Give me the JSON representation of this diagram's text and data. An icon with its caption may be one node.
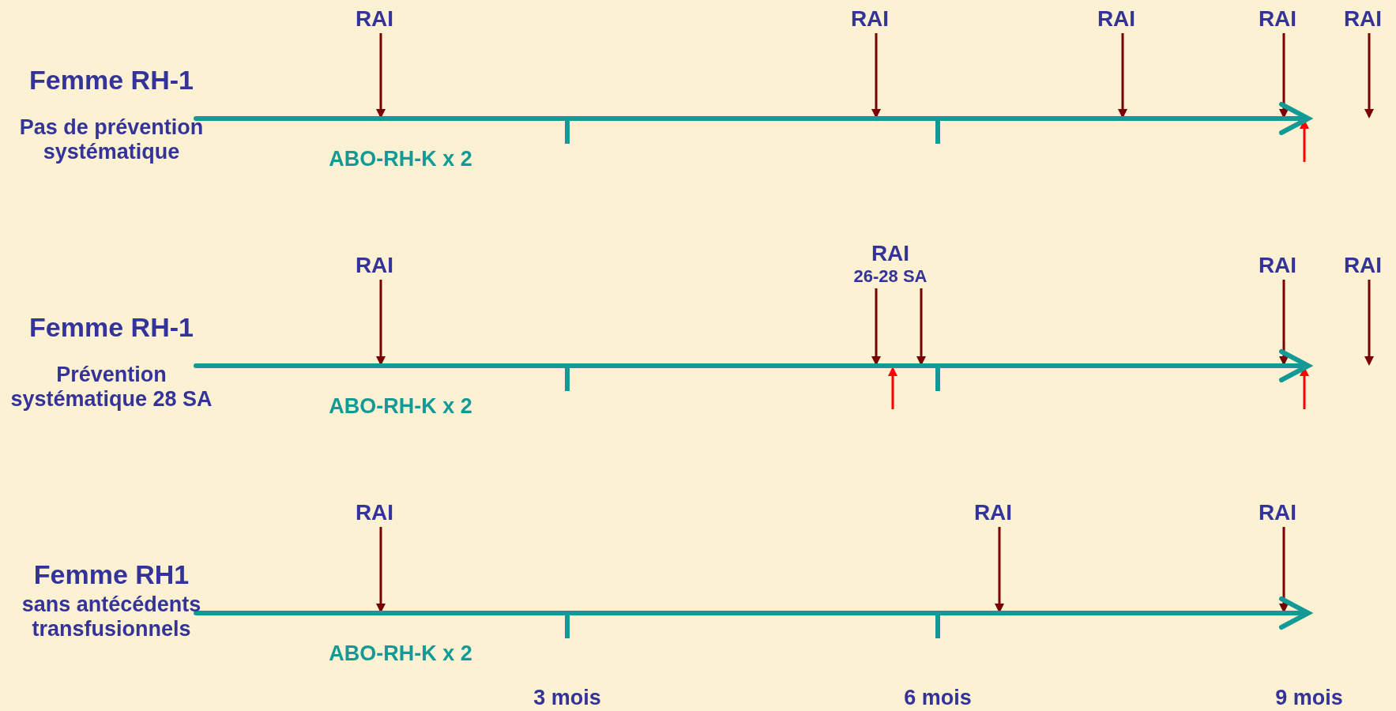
{
  "diagram": {
    "nodes": [
      {
        "text": [
          "RAI"
        ]
      },
      {
        "text": [
          "RAI"
        ]
      },
      {
        "text": [
          "RAI"
        ]
      },
      {
        "text": [
          "RAI"
        ]
      },
      {
        "text": [
          "RAI"
        ]
      },
      {
        "text": [],
        "shape": "bar"
      },
      {
        "text": [
          "RAI"
        ]
      },
      {
        "text": [
          "RAI",
          "26-28 SA"
        ]
      },
      {
        "text": [
          "RAI"
        ]
      },
      {
        "text": [
          "RAI"
        ]
      },
      {
        "text": [],
        "shape": "bar"
      },
      {
        "text": [
          "RAI"
        ]
      },
      {
        "text": [
          "RAI"
        ]
      },
      {
        "text": [
          "RAI"
        ]
      },
      {
        "text": [],
        "shape": "bar"
      }
    ],
    "edges": [
      {
        "from": 0,
        "to": 5,
        "arrow": "to"
      },
      {
        "from": 1,
        "to": 5,
        "arrow": "to"
      },
      {
        "from": 2,
        "to": 5,
        "arrow": "to"
      },
      {
        "from": 3,
        "to": 5,
        "arrow": "to"
      },
      {
        "from": 4,
        "to": 5,
        "arrow": "to"
      },
      {
        "from": null,
        "to": 5,
        "arrow": "to",
        "color": "#ff0000"
      },
      {
        "from": 6,
        "to": 10,
        "arrow": "to"
      },
      {
        "from": 7,
        "to": 10,
        "arrow": "to"
      },
      {
        "from": 7,
        "to": 10,
        "arrow": "to"
      },
      {
        "from": 8,
        "to": 10,
        "arrow": "to"
      },
      {
        "from": 9,
        "to": 10,
        "arrow": "to"
      },
      {
        "from": null,
        "to": 10,
        "arrow": "to",
        "color": "#ff0000"
      },
      {
        "from": null,
        "to": 10,
        "arrow": "to",
        "color": "#ff0000"
      },
      {
        "from": 11,
        "to": 14,
        "arrow": "to"
      },
      {
        "from": 12,
        "to": 14,
        "arrow": "to"
      },
      {
        "from": 13,
        "to": 14,
        "arrow": "to"
      }
    ],
    "labels": [
      "Femme RH-1",
      "Pas de prévention systématique",
      "ABO-RH-K x 2",
      "Femme RH-1",
      "Prévention systématique 28 SA",
      "ABO-RH-K x 2",
      "Femme RH1",
      "sans antécédents transfusionnels",
      "ABO-RH-K x 2",
      "3 mois",
      "6 mois",
      "9 mois"
    ]
  }
}
